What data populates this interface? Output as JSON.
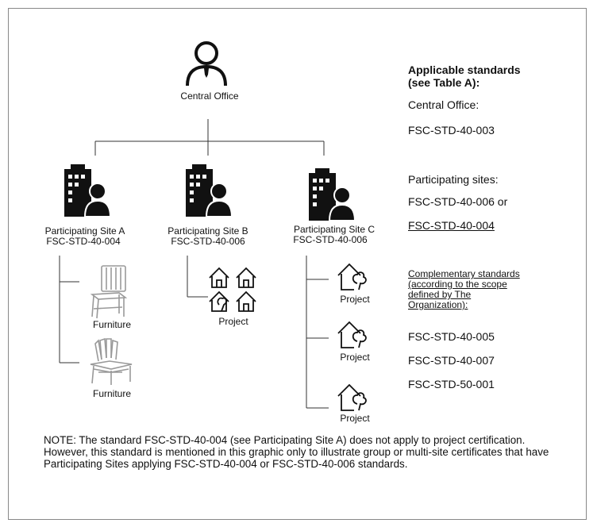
{
  "central_office": {
    "label": "Central Office",
    "icon": "person-icon"
  },
  "sites": [
    {
      "name": "Participating Site A",
      "standard": "FSC-STD-40-004",
      "icon": "building-person-icon",
      "children": [
        {
          "label": "Furniture",
          "icon": "chair-icon"
        },
        {
          "label": "Furniture",
          "icon": "adirondack-chair-icon"
        }
      ]
    },
    {
      "name": "Participating Site B",
      "standard": "FSC-STD-40-006",
      "icon": "building-person-icon",
      "children": [
        {
          "label": "Project",
          "icon": "houses-icon"
        }
      ]
    },
    {
      "name": "Participating Site C",
      "standard": "FSC-STD-40-006",
      "icon": "building-person-icon",
      "children": [
        {
          "label": "Project",
          "icon": "house-tree-icon"
        },
        {
          "label": "Project",
          "icon": "house-tree-icon"
        },
        {
          "label": "Project",
          "icon": "house-tree-icon"
        }
      ]
    }
  ],
  "standards": {
    "heading_line1": "Applicable standards",
    "heading_line2": "(see Table A):",
    "central_label": "Central Office:",
    "central_std": "FSC-STD-40-003",
    "sites_label": "Participating sites:",
    "sites_std1": "FSC-STD-40-006 or",
    "sites_std2": "FSC-STD-40-004",
    "comp_line1": "Complementary standards",
    "comp_line2": "(according to the scope",
    "comp_line3": "defined by The",
    "comp_line4": "Organization):",
    "comp_std1": "FSC-STD-40-005",
    "comp_std2": "FSC-STD-40-007",
    "comp_std3": "FSC-STD-50-001"
  },
  "note": "NOTE: The standard FSC-STD-40-004 (see Participating Site A) does not apply to project certification. However, this standard is mentioned in this graphic only to illustrate group or multi-site certificates that have Participating Sites applying FSC-STD-40-004 or FSC-STD-40-006 standards."
}
